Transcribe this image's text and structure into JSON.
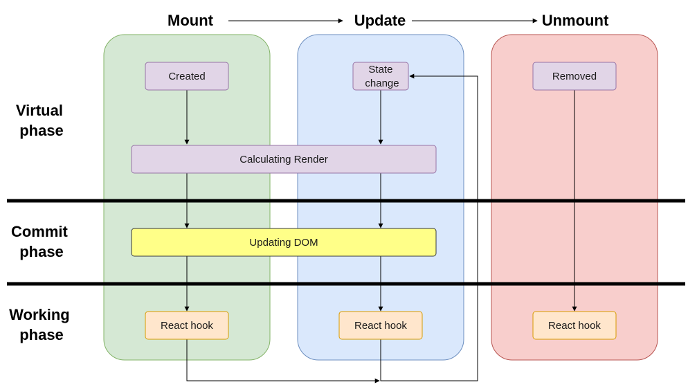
{
  "stages": {
    "mount": "Mount",
    "update": "Update",
    "unmount": "Unmount"
  },
  "phases": {
    "virtual": [
      "Virtual",
      "phase"
    ],
    "commit": [
      "Commit",
      "phase"
    ],
    "working": [
      "Working",
      "phase"
    ]
  },
  "nodes": {
    "created": "Created",
    "state_change": [
      "State",
      "change"
    ],
    "removed": "Removed",
    "calculating_render": "Calculating Render",
    "updating_dom": "Updating DOM",
    "react_hook_mount": "React hook",
    "react_hook_update": "React hook",
    "react_hook_unmount": "React hook"
  },
  "colors": {
    "mount_lane_fill": "#d5e8d4",
    "mount_lane_stroke": "#82b366",
    "update_lane_fill": "#dae8fc",
    "update_lane_stroke": "#6c8ebf",
    "unmount_lane_fill": "#f8cecc",
    "unmount_lane_stroke": "#b85450",
    "purple_fill": "#e1d5e7",
    "purple_stroke": "#9673a6",
    "yellow_fill": "#ffff88",
    "yellow_stroke": "#36393d",
    "orange_fill": "#ffe6cc",
    "orange_stroke": "#d79b00"
  }
}
